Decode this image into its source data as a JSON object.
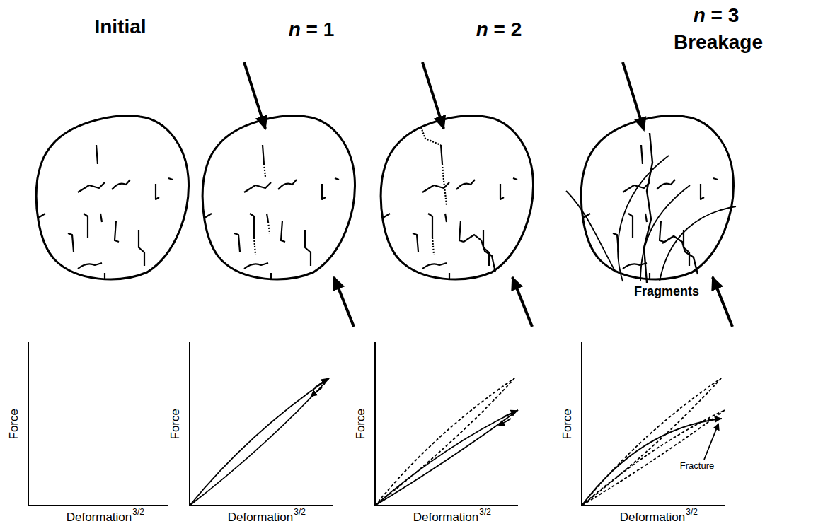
{
  "diagram": {
    "labels": [
      "Initial",
      "n = 1",
      "n = 2",
      "n = 3",
      "Breakage",
      "Fragments",
      "Force",
      "Deformation",
      "3/2",
      "Force",
      "Deformation",
      "3/2",
      "Force",
      "Deformation",
      "3/2",
      "Force",
      "Deformation",
      "3/2",
      "Fracture"
    ]
  }
}
